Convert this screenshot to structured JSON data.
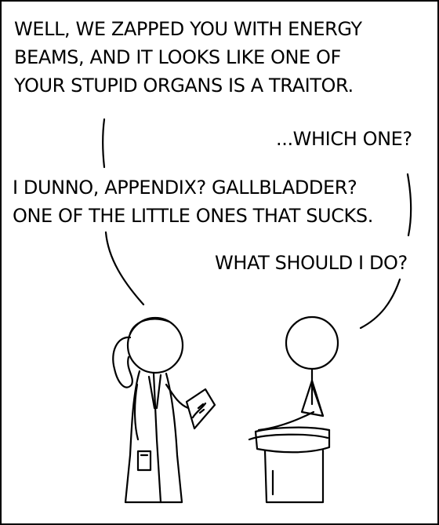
{
  "panel": {
    "dialogue": {
      "doctor_line1": [
        "WELL, WE ZAPPED YOU WITH ENERGY",
        "BEAMS, AND IT LOOKS LIKE ONE OF",
        "YOUR STUPID ORGANS IS A TRAITOR."
      ],
      "patient_line1": "...WHICH ONE?",
      "doctor_line2": [
        "I DUNNO, APPENDIX? GALLBLADDER?",
        "ONE OF THE LITTLE ONES THAT SUCKS."
      ],
      "patient_line2": "WHAT SHOULD I DO?"
    }
  }
}
